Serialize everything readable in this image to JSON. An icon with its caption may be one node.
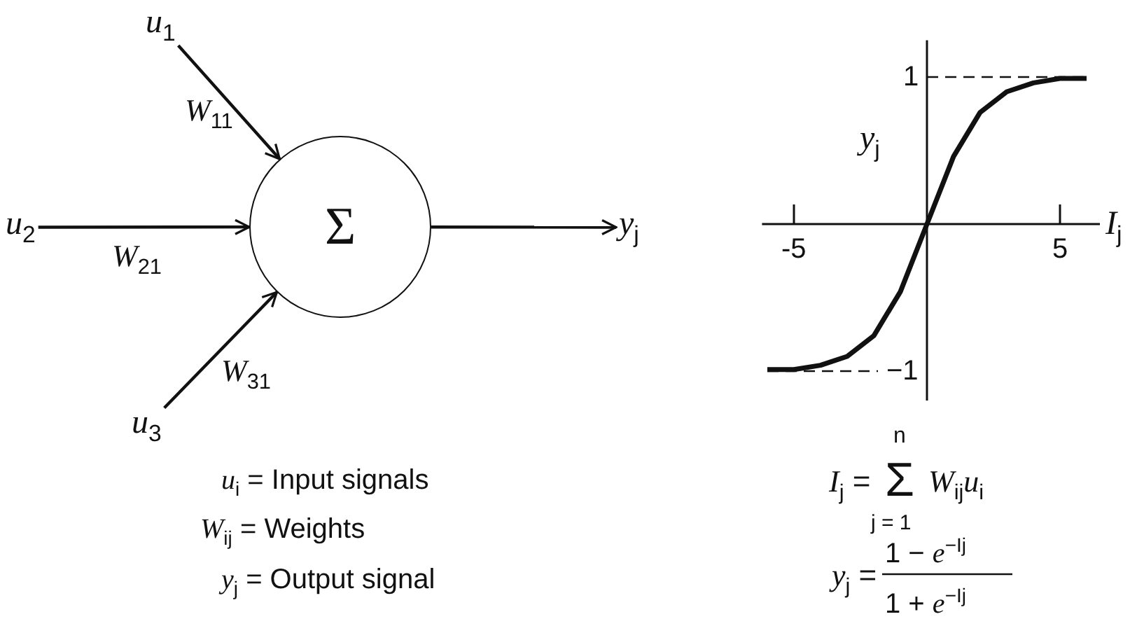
{
  "diagram": {
    "nodes": [
      {
        "text": [
          "*u*$_{1}$"
        ]
      },
      {
        "text": [
          "*u*$_{2}$"
        ]
      },
      {
        "text": [
          "*u*$_{3}$"
        ]
      },
      {
        "text": [
          "Σ"
        ]
      },
      {
        "text": [
          "*y*$_{j}$"
        ]
      }
    ],
    "edges": [
      {
        "from": 0,
        "to": 3,
        "arrow": "to",
        "label": "*W*$_{11}$"
      },
      {
        "from": 1,
        "to": 3,
        "arrow": "to",
        "label": "*W*$_{21}$"
      },
      {
        "from": 2,
        "to": 3,
        "arrow": "to",
        "label": "*W*$_{31}$"
      },
      {
        "from": 3,
        "to": 4,
        "arrow": "to"
      }
    ],
    "labels": [
      "*u*$_{i}$ = Input signals",
      "*W*$_{ij}$ = Weights",
      "*y*$_{j}$ = Output signal",
      "*I*$_{j}$ =",
      "n",
      "Σ",
      "*W*$_{ij}$*u*$_{i}$",
      "j = 1",
      "*y*$_{j}$ =",
      "1 − *e*$^{−Ij}$",
      "1 + *e*$^{−Ij}$"
    ],
    "chart_data": {
      "type": "line",
      "xlabel": "*I*$_{j}$",
      "ylabel": "*y*$_{j}$",
      "x": [
        -6,
        -5,
        -4,
        -3,
        -2,
        -1,
        0,
        1,
        2,
        3,
        4,
        5,
        6
      ],
      "values": [
        -0.99,
        -0.99,
        -0.96,
        -0.9,
        -0.76,
        -0.46,
        0,
        0.46,
        0.76,
        0.9,
        0.96,
        0.99,
        0.99
      ],
      "ref_lines": [
        {
          "axis": "y",
          "value": 1
        },
        {
          "axis": "y",
          "value": -1
        }
      ],
      "xlim": [
        -6.2,
        6.5
      ],
      "ylim": [
        -1.2,
        1.25
      ],
      "xticks": [
        -5,
        5
      ],
      "yticks": [
        1,
        {
          "value": -1,
          "label": "−1"
        }
      ]
    }
  }
}
